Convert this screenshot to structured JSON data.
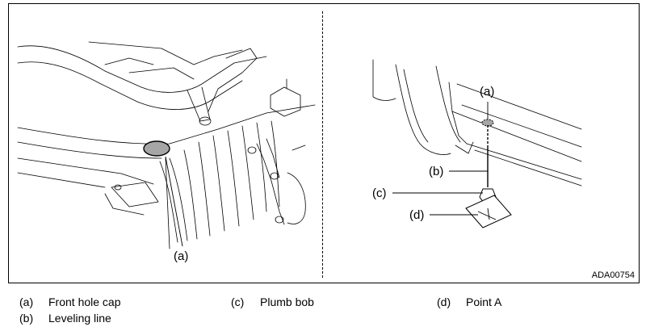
{
  "callouts": {
    "left_a": "(a)",
    "right_a": "(a)",
    "right_b": "(b)",
    "right_c": "(c)",
    "right_d": "(d)"
  },
  "figure_code": "ADA00754",
  "legend": [
    {
      "key": "(a)",
      "label": "Front hole cap"
    },
    {
      "key": "(b)",
      "label": "Leveling line"
    },
    {
      "key": "(c)",
      "label": "Plumb bob"
    },
    {
      "key": "(d)",
      "label": "Point A"
    }
  ],
  "colors": {
    "line": "#000000",
    "cap_fill": "#a6a6a6",
    "panel_border": "#000000"
  }
}
